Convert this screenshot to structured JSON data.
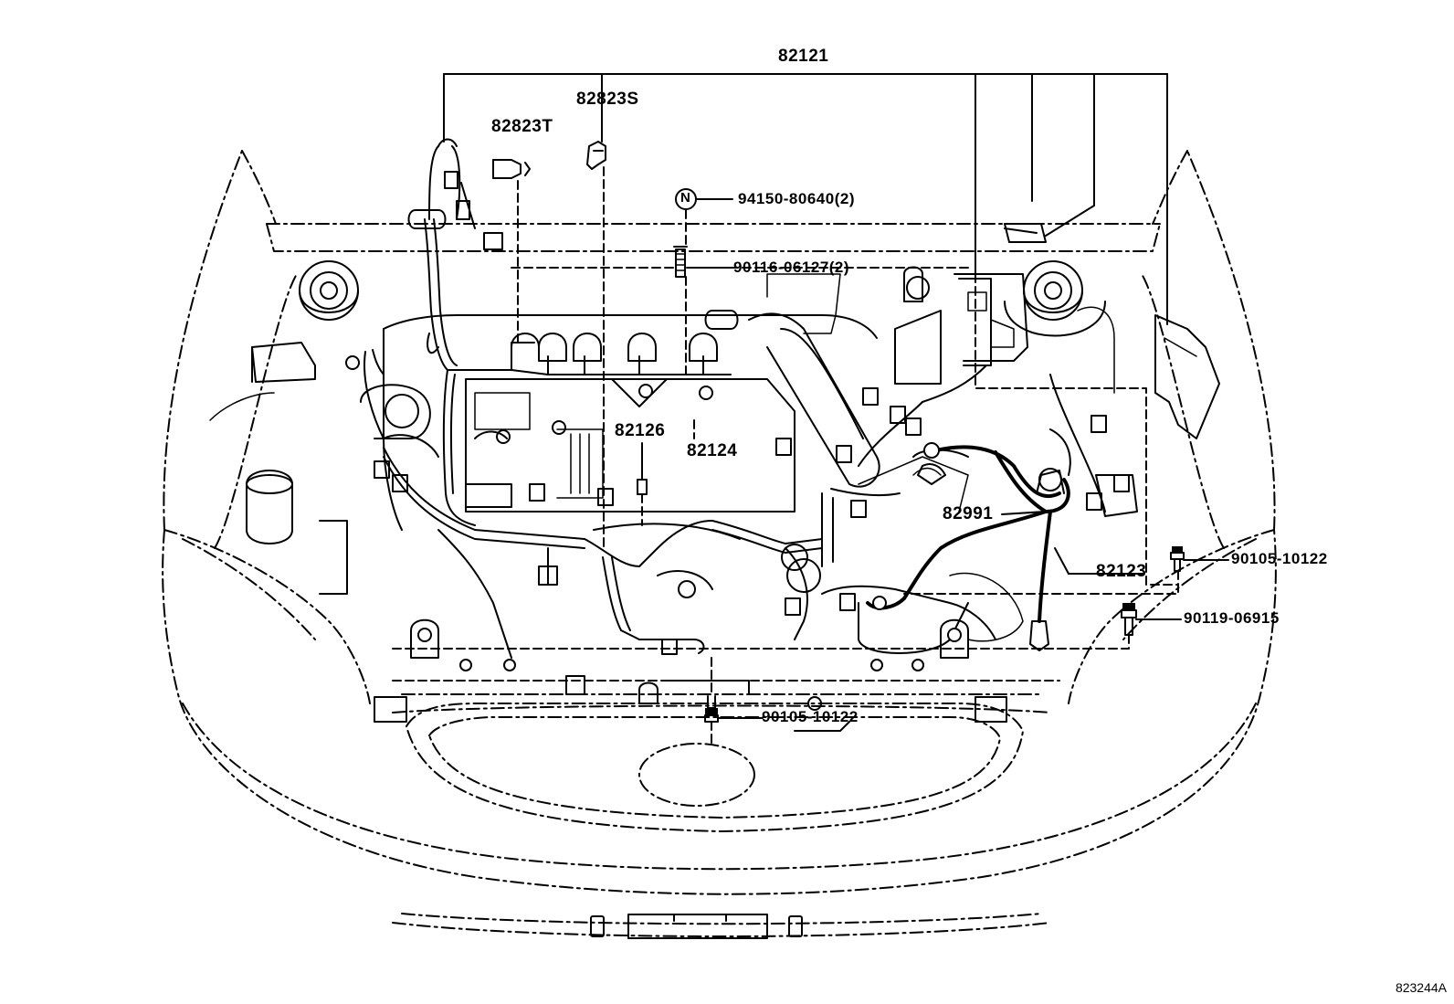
{
  "diagram_ref": "823244A",
  "callouts": {
    "c82121": "82121",
    "c82823S": "82823S",
    "c82823T": "82823T",
    "n_symbol": "N",
    "c94150": "94150-80640(2)",
    "c90116": "90116-06127(2)",
    "c82126": "82126",
    "c82124": "82124",
    "c82991": "82991",
    "c82123": "82123",
    "c90105_right": "90105-10122",
    "c90119": "90119-06915",
    "c90105_bottom": "90105-10122"
  }
}
